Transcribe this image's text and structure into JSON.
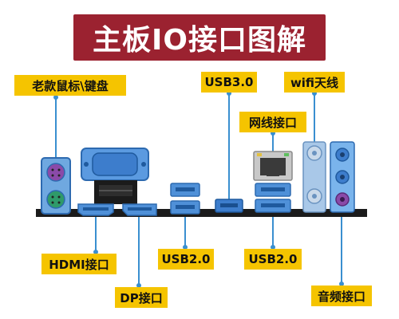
{
  "title": "主板IO接口图解",
  "labels": {
    "keyboard_mouse": "老款鼠标\\键盘",
    "usb30": "USB3.0",
    "wifi": "wifi天线",
    "lan": "网线接口",
    "hdmi": "HDMI接口",
    "usb20_left": "USB2.0",
    "usb20_right": "USB2.0",
    "dp": "DP接口",
    "audio": "音频接口"
  },
  "colors": {
    "banner": "#9b2230",
    "label_bg": "#f5c400",
    "port_blue": "#4f90d8",
    "port_blue_light": "#7ab4ec",
    "leader_line": "#3a8fd0",
    "panel": "#1b1b1b",
    "ps2_green": "#2f9a6a",
    "ps2_purple": "#8a4aa8"
  }
}
